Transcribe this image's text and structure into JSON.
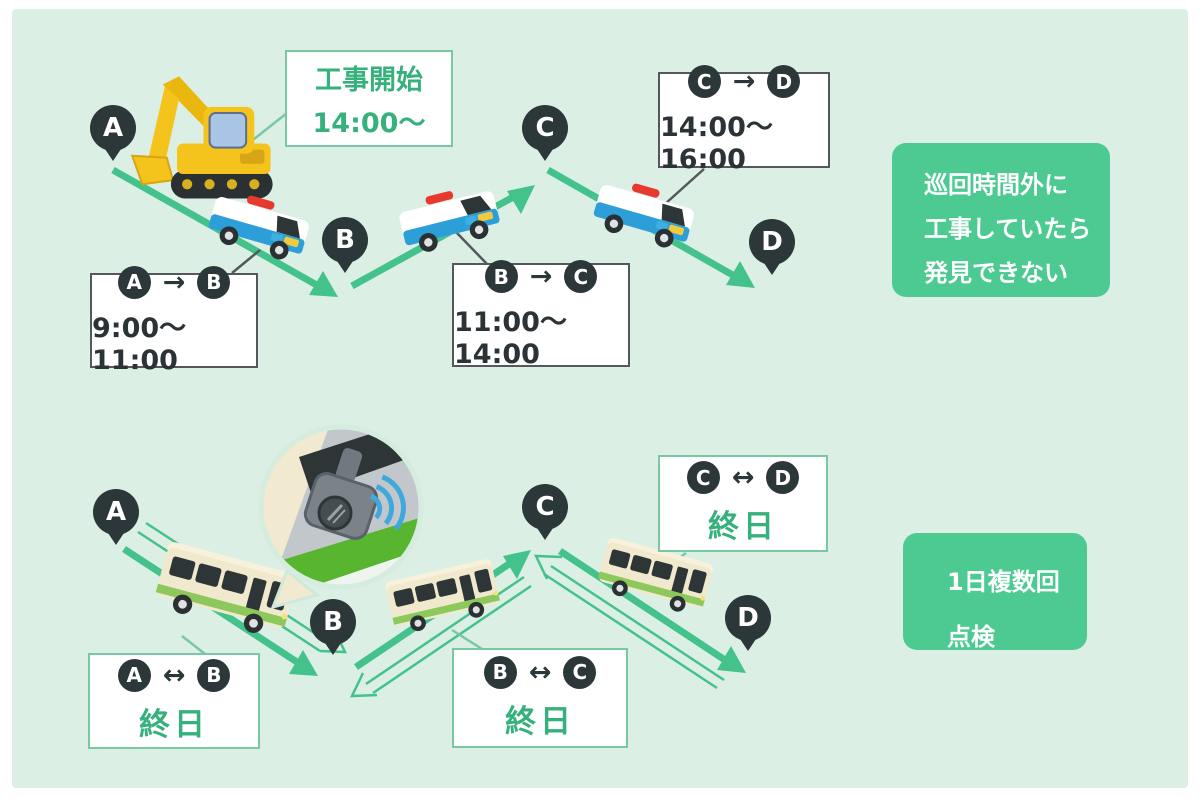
{
  "colors": {
    "panel_bg": "#dcefe5",
    "arrow_green": "#43c28b",
    "callout_green": "#4cca92",
    "text_green": "#36b17c",
    "pin_dark": "#2c373a",
    "police_blue": "#2d9fd8",
    "police_red": "#e8392e",
    "bus_cream": "#f1e9cd",
    "bus_stripe_green": "#8cc85c",
    "excavator_yellow": "#f5c41c",
    "wifi_blue": "#3fa9dc"
  },
  "top": {
    "markers": [
      {
        "label": "A"
      },
      {
        "label": "B"
      },
      {
        "label": "C"
      },
      {
        "label": "D"
      }
    ],
    "construction_box": {
      "line1": "工事開始",
      "line2": "14:00〜"
    },
    "route_boxes": [
      {
        "from": "A",
        "arrow": "→",
        "to": "B",
        "time": "9:00〜11:00"
      },
      {
        "from": "B",
        "arrow": "→",
        "to": "C",
        "time": "11:00〜14:00"
      },
      {
        "from": "C",
        "arrow": "→",
        "to": "D",
        "time": "14:00〜16:00"
      }
    ],
    "callout": {
      "line1": "巡回時間外に",
      "line2": "工事していたら",
      "line3": "発見できない"
    }
  },
  "bottom": {
    "markers": [
      {
        "label": "A"
      },
      {
        "label": "B"
      },
      {
        "label": "C"
      },
      {
        "label": "D"
      }
    ],
    "route_boxes": [
      {
        "from": "A",
        "arrow": "↔",
        "to": "B",
        "time": "終日"
      },
      {
        "from": "B",
        "arrow": "↔",
        "to": "C",
        "time": "終日"
      },
      {
        "from": "C",
        "arrow": "↔",
        "to": "D",
        "time": "終日"
      }
    ],
    "callout": {
      "line1": "1日複数回",
      "line2": "点検"
    }
  }
}
